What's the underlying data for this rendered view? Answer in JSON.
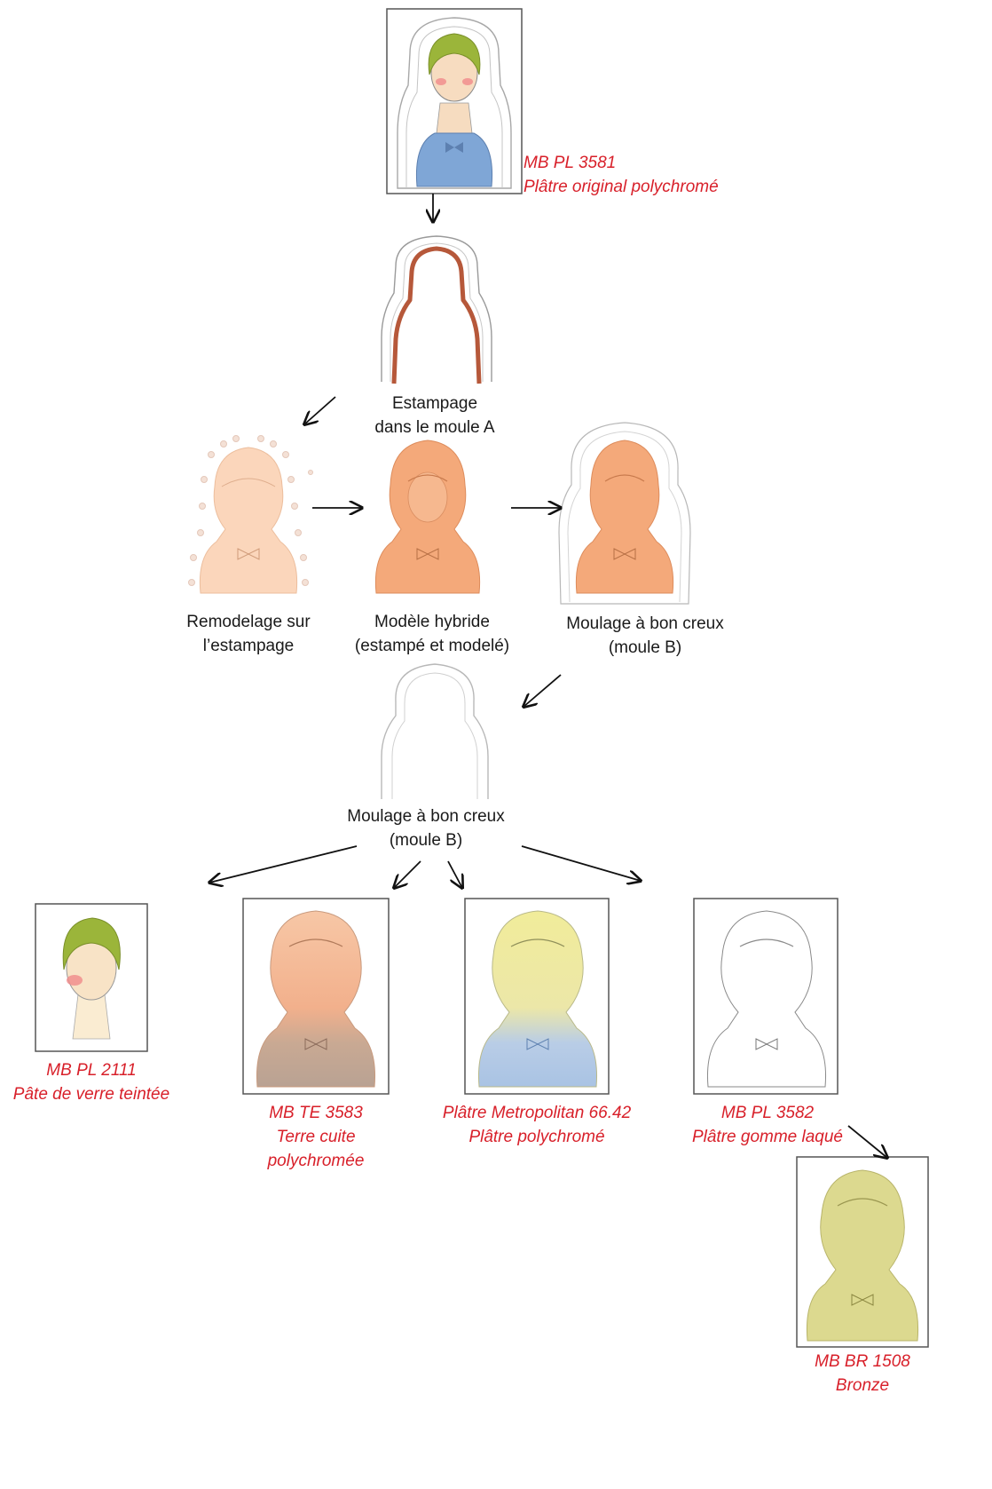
{
  "colors": {
    "red_caption": "#d8202a",
    "hair_green": "#9bb53a",
    "dress_blue": "#7fa6d6",
    "clay_orange": "#f4a97a",
    "clay_light": "#fbcfb0",
    "estampage_brown": "#b6583a",
    "bronze_yellow": "#dcd98f",
    "mold_outline": "#9a9a9a"
  },
  "source": {
    "id": "MB PL 3581",
    "material": "Plâtre original polychromé",
    "icon": "polychrome-plaster-bust"
  },
  "process": {
    "estampage": [
      "Estampage",
      "dans le moule A"
    ],
    "remodelage": [
      "Remodelage sur",
      "l’estampage"
    ],
    "hybride": [
      "Modèle hybride",
      "(estampé et modelé)"
    ],
    "moulage_row": [
      "Moulage à bon creux",
      "(moule B)"
    ],
    "moulage_mold": [
      "Moulage à bon creux",
      "(moule B)"
    ]
  },
  "casts": [
    {
      "key": "verre",
      "lines": [
        "MB PL 2111",
        "Pâte de verre teintée"
      ]
    },
    {
      "key": "terre",
      "lines": [
        "MB TE 3583",
        "Terre cuite",
        "polychromée"
      ]
    },
    {
      "key": "metro",
      "lines": [
        "Plâtre Metropolitan 66.42",
        "Plâtre polychromé"
      ]
    },
    {
      "key": "gomme",
      "lines": [
        "MB PL 3582",
        "Plâtre gomme laqué"
      ]
    },
    {
      "key": "bronze",
      "lines": [
        "MB BR 1508",
        "Bronze"
      ]
    }
  ]
}
